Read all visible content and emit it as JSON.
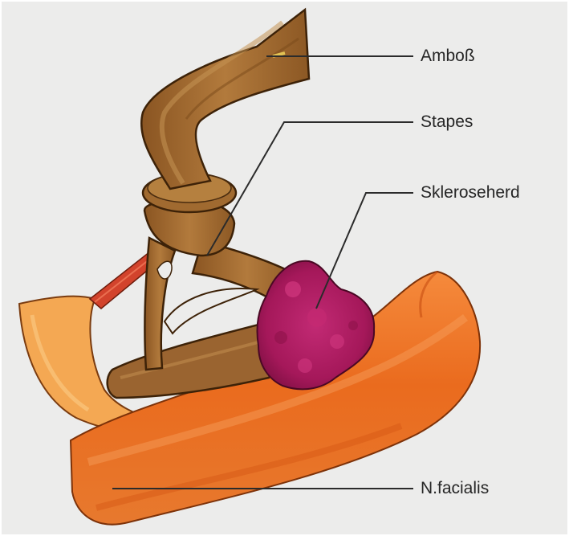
{
  "labels": {
    "amboss": "Amboß",
    "stapes": "Stapes",
    "skleroseherd": "Skleroseherd",
    "facialis": "N.facialis"
  },
  "colors": {
    "background": "#ececeb",
    "bone_brown": "#a0692c",
    "bone_dark": "#4a2c0f",
    "nerve_orange": "#ec7024",
    "membrane_orange": "#f2a44a",
    "sclerosis_magenta": "#b01e60",
    "leader_line": "#2b2b2b"
  },
  "icons": [
    "incus-illustration",
    "stapes-illustration",
    "sclerosis-focus-illustration",
    "facial-nerve-illustration"
  ]
}
